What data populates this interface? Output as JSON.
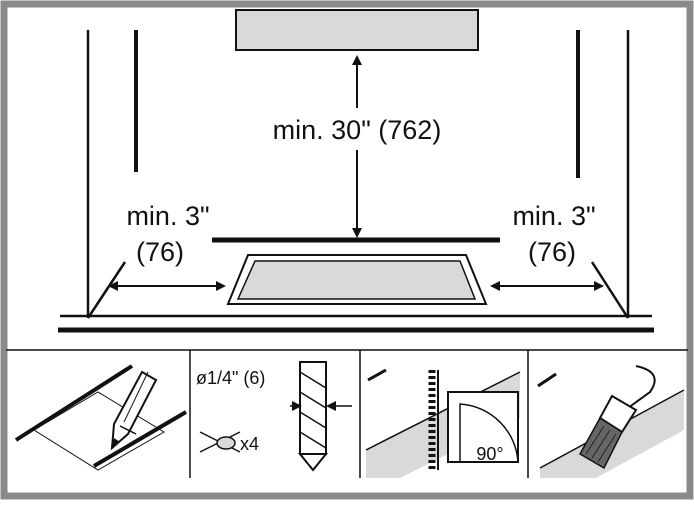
{
  "diagram": {
    "frame_color": "#8a8a8a",
    "panel_fill": "#d9d9d9",
    "line_color": "#111111",
    "labels": {
      "top_clearance": "min. 30\" (762)",
      "left_clearance_line1": "min. 3\"",
      "left_clearance_line2": "(76)",
      "right_clearance_line1": "min. 3\"",
      "right_clearance_line2": "(76)"
    }
  },
  "steps": [
    {
      "name": "mark cutout",
      "icon": "pencil-icon"
    },
    {
      "name": "drill holes",
      "icon": "drill-bit-icon",
      "drill_label": "ø1/4\" (6)",
      "count_label": "x4"
    },
    {
      "name": "saw at right angle",
      "icon": "jigsaw-icon",
      "angle_label": "90°"
    },
    {
      "name": "seal edges",
      "icon": "brush-icon"
    }
  ]
}
